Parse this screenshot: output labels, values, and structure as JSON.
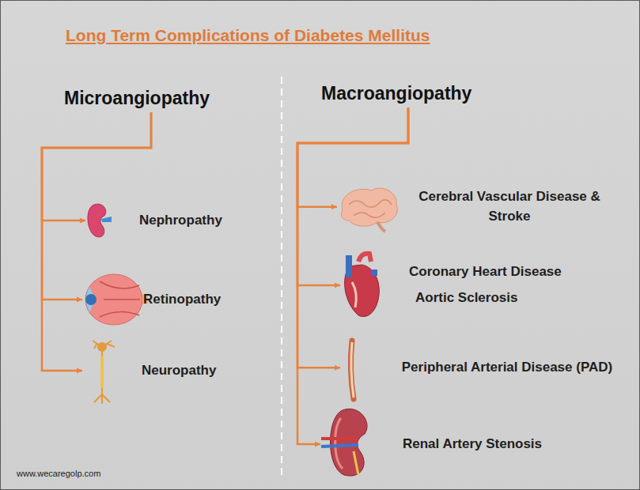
{
  "diagram": {
    "title": "Long Term Complications of Diabetes Mellitus",
    "nodes": [
      {
        "text": [
          "Microangiopathy"
        ]
      },
      {
        "text": [
          "Nephropathy"
        ]
      },
      {
        "text": [
          "Retinopathy"
        ]
      },
      {
        "text": [
          "Neuropathy"
        ]
      },
      {
        "text": [
          "Macroangiopathy"
        ]
      },
      {
        "text": [
          "Cerebral Vascular Disease & Stroke"
        ]
      },
      {
        "text": [
          "Coronary Heart Disease",
          "Aortic Sclerosis"
        ]
      },
      {
        "text": [
          "Peripheral Arterial Disease (PAD)"
        ]
      },
      {
        "text": [
          "Renal Artery Stenosis"
        ]
      }
    ],
    "edges": [
      {
        "from": 0,
        "to": 1,
        "arrow": "to"
      },
      {
        "from": 0,
        "to": 2,
        "arrow": "to"
      },
      {
        "from": 0,
        "to": 3,
        "arrow": "to"
      },
      {
        "from": 4,
        "to": 5,
        "arrow": "to"
      },
      {
        "from": 4,
        "to": 6,
        "arrow": "to"
      },
      {
        "from": 4,
        "to": 7,
        "arrow": "to"
      },
      {
        "from": 4,
        "to": 8,
        "arrow": "to"
      }
    ],
    "labels": [
      "www.wecaregolp.com"
    ]
  }
}
